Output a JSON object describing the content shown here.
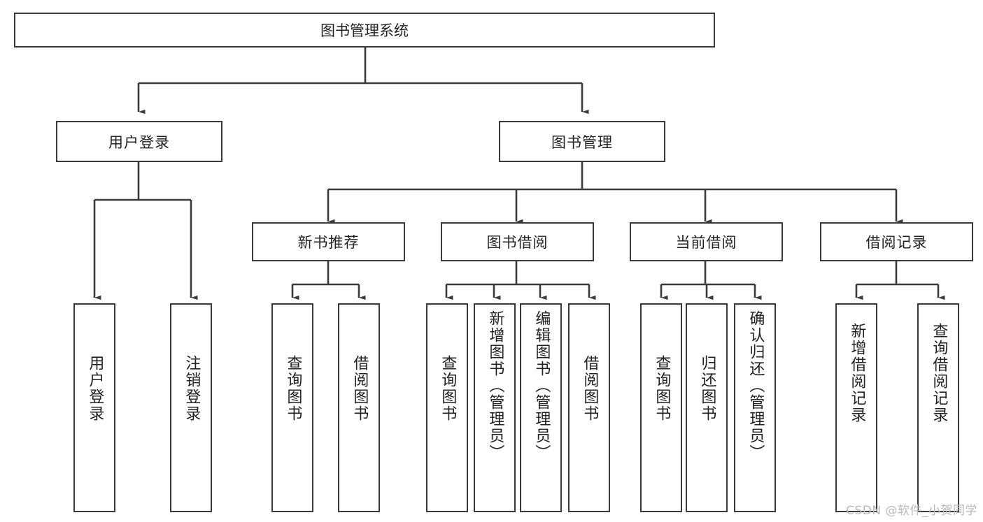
{
  "diagram": {
    "title": "图书管理系统",
    "type": "hierarchy-tree",
    "root": {
      "label": "图书管理系统"
    },
    "level2": [
      {
        "label": "用户登录"
      },
      {
        "label": "图书管理"
      }
    ],
    "level3": [
      {
        "label": "新书推荐",
        "parent": "图书管理"
      },
      {
        "label": "图书借阅",
        "parent": "图书管理"
      },
      {
        "label": "当前借阅",
        "parent": "图书管理"
      },
      {
        "label": "借阅记录",
        "parent": "图书管理"
      }
    ],
    "leaves": [
      {
        "label": "用户登录",
        "parent": "用户登录"
      },
      {
        "label": "注销登录",
        "parent": "用户登录"
      },
      {
        "label": "查询图书",
        "parent": "新书推荐"
      },
      {
        "label": "借阅图书",
        "parent": "新书推荐"
      },
      {
        "label": "查询图书",
        "parent": "图书借阅"
      },
      {
        "label": "新增图书（管理员）",
        "parent": "图书借阅"
      },
      {
        "label": "编辑图书（管理员）",
        "parent": "图书借阅"
      },
      {
        "label": "借阅图书",
        "parent": "图书借阅"
      },
      {
        "label": "查询图书",
        "parent": "当前借阅"
      },
      {
        "label": "归还图书",
        "parent": "当前借阅"
      },
      {
        "label": "确认归还（管理员）",
        "parent": "当前借阅"
      },
      {
        "label": "新增借阅记录",
        "parent": "借阅记录"
      },
      {
        "label": "查询借阅记录",
        "parent": "借阅记录"
      }
    ]
  },
  "watermark": {
    "text": "CSDN @软件_小贺同学"
  },
  "colors": {
    "stroke": "#3a3a3a",
    "fill": "#ffffff",
    "text": "#222222",
    "watermark": "#b9b9b9"
  }
}
